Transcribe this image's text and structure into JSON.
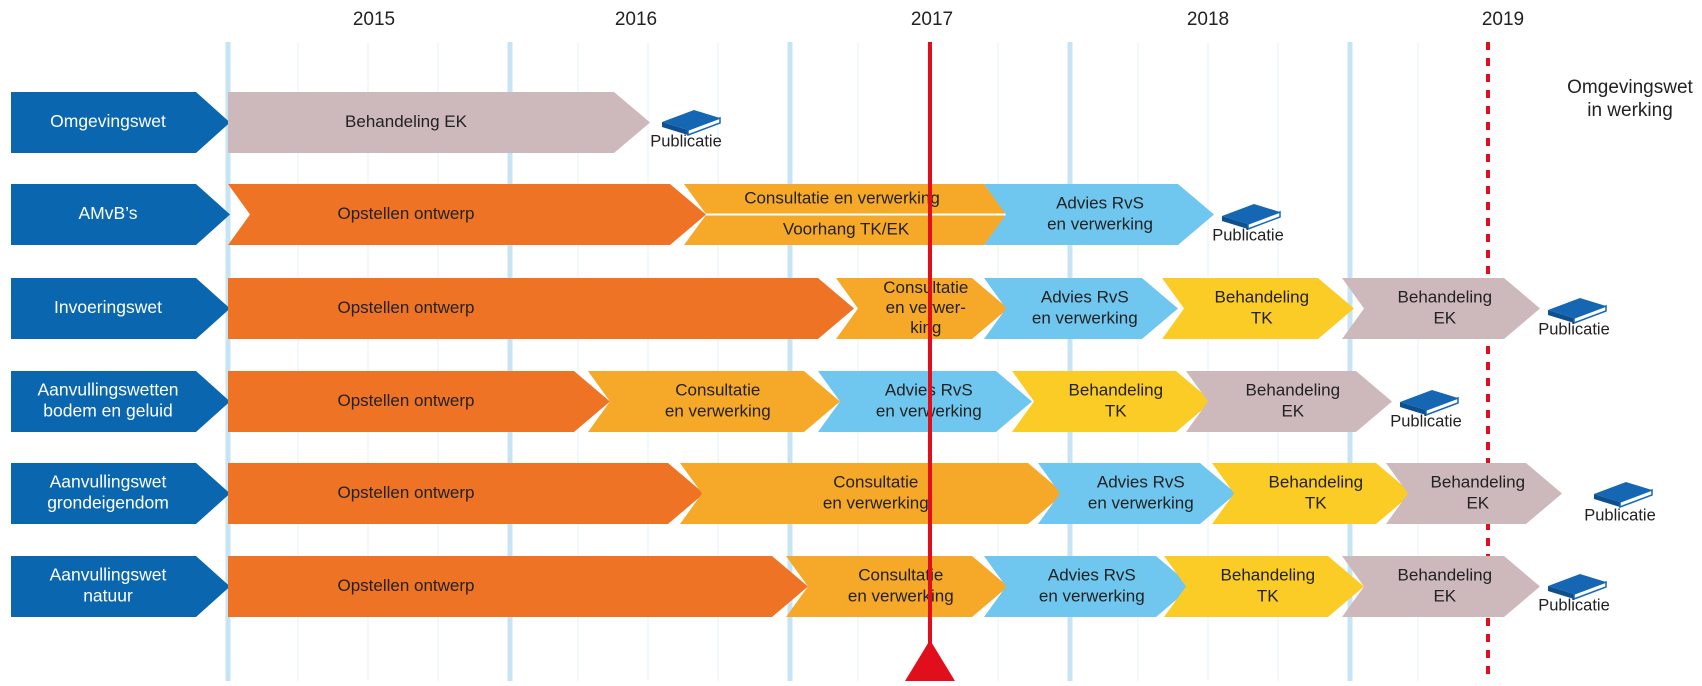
{
  "years": [
    "2015",
    "2016",
    "2017",
    "2018",
    "2019"
  ],
  "milestone_label": [
    "Omgevingswet",
    "in werking"
  ],
  "colors": {
    "label": "#0a66ae",
    "behandeling_ek": "#cdb8bc",
    "opstellen": "#ee7325",
    "consultatie": "#f6a829",
    "advies": "#6fc6ee",
    "behandeling_tk": "#fbcc25",
    "today_line": "#e10e1c",
    "gridline": "#c7e4f4",
    "book": "#1667b3"
  },
  "rows": [
    {
      "label": [
        "Omgevingswet"
      ],
      "phases": [
        {
          "kind": "behandeling_ek",
          "lines": [
            "Behandeling EK"
          ]
        }
      ],
      "publication": "Publicatie"
    },
    {
      "label": [
        "AMvB’s"
      ],
      "phases": [
        {
          "kind": "opstellen",
          "lines": [
            "Opstellen ontwerp"
          ]
        },
        {
          "kind": "consultatie",
          "lines": [
            "Consultatie en verwerking"
          ]
        },
        {
          "kind": "consultatie",
          "lines": [
            "Voorhang TK/EK"
          ]
        },
        {
          "kind": "advies",
          "lines": [
            "Advies RvS",
            "en verwerking"
          ]
        }
      ],
      "publication": "Publicatie"
    },
    {
      "label": [
        "Invoeringswet"
      ],
      "phases": [
        {
          "kind": "opstellen",
          "lines": [
            "Opstellen ontwerp"
          ]
        },
        {
          "kind": "consultatie",
          "lines": [
            "Consultatie",
            "en verwer-",
            "king"
          ]
        },
        {
          "kind": "advies",
          "lines": [
            "Advies RvS",
            "en verwerking"
          ]
        },
        {
          "kind": "behandeling_tk",
          "lines": [
            "Behandeling",
            "TK"
          ]
        },
        {
          "kind": "behandeling_ek",
          "lines": [
            "Behandeling",
            "EK"
          ]
        }
      ],
      "publication": "Publicatie"
    },
    {
      "label": [
        "Aanvullingswetten",
        "bodem en geluid"
      ],
      "phases": [
        {
          "kind": "opstellen",
          "lines": [
            "Opstellen ontwerp"
          ]
        },
        {
          "kind": "consultatie",
          "lines": [
            "Consultatie",
            "en verwerking"
          ]
        },
        {
          "kind": "advies",
          "lines": [
            "Advies RvS",
            "en verwerking"
          ]
        },
        {
          "kind": "behandeling_tk",
          "lines": [
            "Behandeling",
            "TK"
          ]
        },
        {
          "kind": "behandeling_ek",
          "lines": [
            "Behandeling",
            "EK"
          ]
        }
      ],
      "publication": "Publicatie"
    },
    {
      "label": [
        "Aanvullingswet",
        "grondeigendom"
      ],
      "phases": [
        {
          "kind": "opstellen",
          "lines": [
            "Opstellen ontwerp"
          ]
        },
        {
          "kind": "consultatie",
          "lines": [
            "Consultatie",
            "en verwerking"
          ]
        },
        {
          "kind": "advies",
          "lines": [
            "Advies RvS",
            "en verwerking"
          ]
        },
        {
          "kind": "behandeling_tk",
          "lines": [
            "Behandeling",
            "TK"
          ]
        },
        {
          "kind": "behandeling_ek",
          "lines": [
            "Behandeling",
            "EK"
          ]
        }
      ],
      "publication": "Publicatie"
    },
    {
      "label": [
        "Aanvullingswet",
        "natuur"
      ],
      "phases": [
        {
          "kind": "opstellen",
          "lines": [
            "Opstellen ontwerp"
          ]
        },
        {
          "kind": "consultatie",
          "lines": [
            "Consultatie",
            "en verwerking"
          ]
        },
        {
          "kind": "advies",
          "lines": [
            "Advies RvS",
            "en verwerking"
          ]
        },
        {
          "kind": "behandeling_tk",
          "lines": [
            "Behandeling",
            "TK"
          ]
        },
        {
          "kind": "behandeling_ek",
          "lines": [
            "Behandeling",
            "EK"
          ]
        }
      ],
      "publication": "Publicatie"
    }
  ]
}
